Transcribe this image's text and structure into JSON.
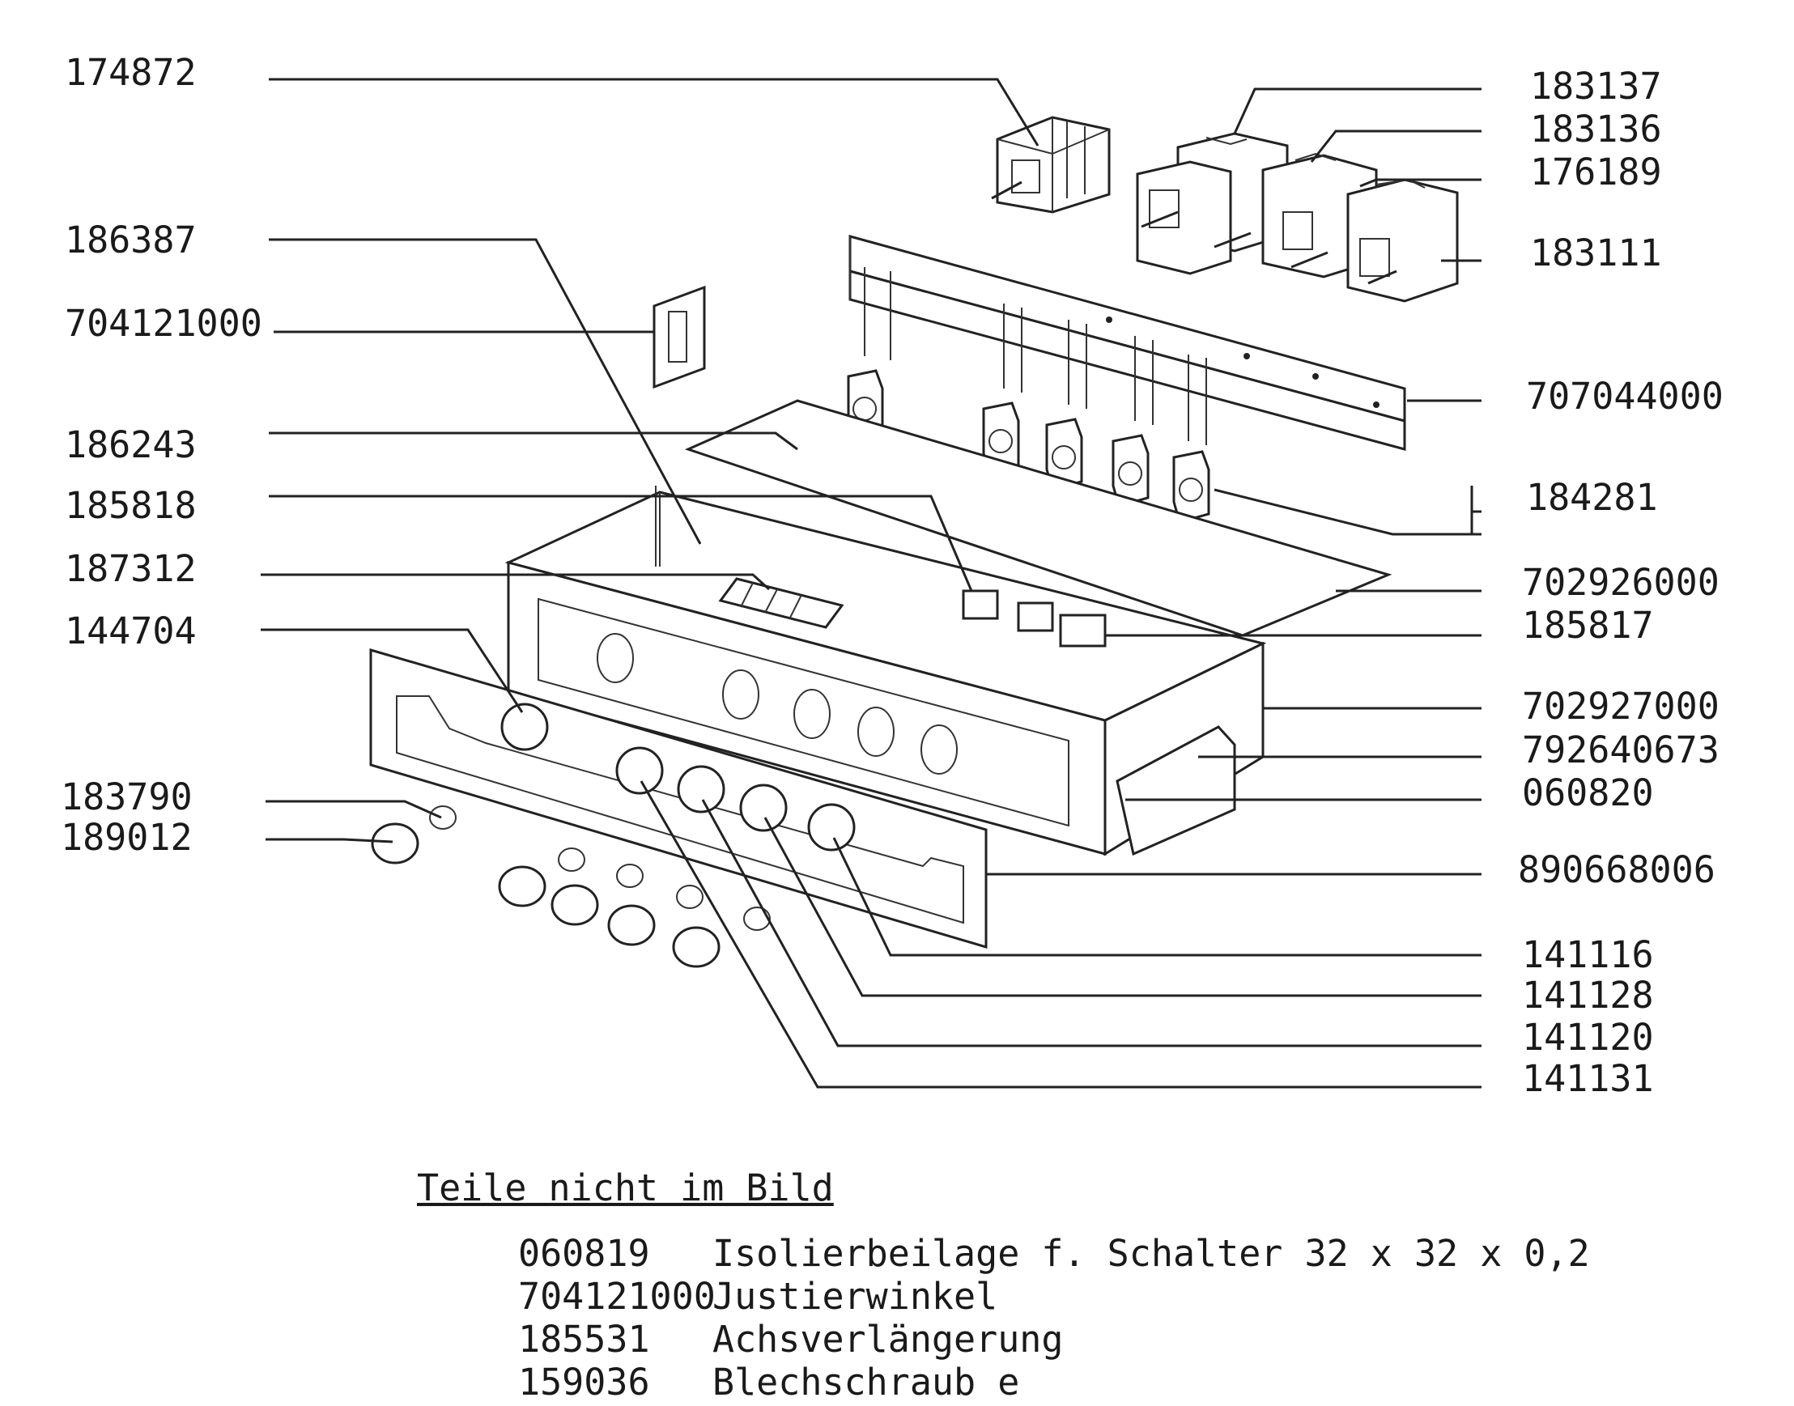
{
  "labels_left": [
    {
      "id": "174872",
      "text": "174872"
    },
    {
      "id": "186387",
      "text": "186387"
    },
    {
      "id": "704121000",
      "text": "704121000"
    },
    {
      "id": "186243",
      "text": "186243"
    },
    {
      "id": "185818",
      "text": "185818"
    },
    {
      "id": "187312",
      "text": "187312"
    },
    {
      "id": "144704",
      "text": "144704"
    },
    {
      "id": "183790",
      "text": "183790"
    },
    {
      "id": "189012",
      "text": "189012"
    }
  ],
  "labels_right": [
    {
      "id": "183137",
      "text": "183137"
    },
    {
      "id": "183136",
      "text": "183136"
    },
    {
      "id": "176189",
      "text": "176189"
    },
    {
      "id": "183111",
      "text": "183111"
    },
    {
      "id": "707044000",
      "text": "707044000"
    },
    {
      "id": "184281",
      "text": "184281"
    },
    {
      "id": "702926000",
      "text": "702926000"
    },
    {
      "id": "185817",
      "text": "185817"
    },
    {
      "id": "702927000",
      "text": "702927000"
    },
    {
      "id": "792640673",
      "text": "792640673"
    },
    {
      "id": "060820",
      "text": "060820"
    },
    {
      "id": "890668006",
      "text": "890668006"
    },
    {
      "id": "141116",
      "text": "141116"
    },
    {
      "id": "141128",
      "text": "141128"
    },
    {
      "id": "141120",
      "text": "141120"
    },
    {
      "id": "141131",
      "text": "141131"
    }
  ],
  "notes": {
    "title": "Teile nicht im Bild",
    "items": [
      {
        "code": "060819",
        "desc": "Isolierbeilage f. Schalter 32 x 32 x 0,2"
      },
      {
        "code": "704121000",
        "desc": "Justierwinkel"
      },
      {
        "code": "185531",
        "desc": "Achsverlängerung"
      },
      {
        "code": "159036",
        "desc": "Blechschraub e"
      }
    ]
  }
}
